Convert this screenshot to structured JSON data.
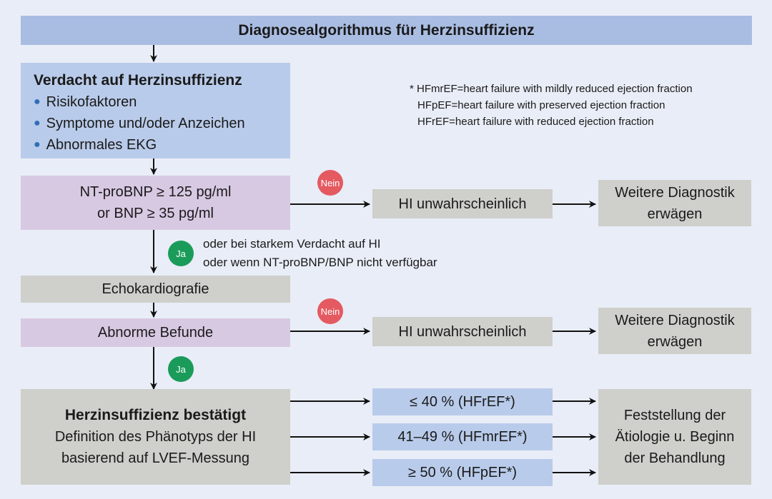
{
  "title": "Diagnosealgorithmus für Herzinsuffizienz",
  "verdacht": {
    "heading": "Verdacht auf Herzinsuffizienz",
    "items": [
      "Risikofaktoren",
      "Symptome und/oder Anzeichen",
      "Abnormales EKG"
    ]
  },
  "notes": [
    "* HFmrEF=heart failure with mildly reduced ejection fraction",
    "HFpEF=heart failure with preserved ejection fraction",
    "HFrEF=heart failure with reduced ejection fraction"
  ],
  "biomarker": {
    "line1": "NT-proBNP ≥ 125 pg/ml",
    "line2": "or BNP ≥ 35 pg/ml"
  },
  "nein_label": "Nein",
  "ja_label": "Ja",
  "unlikely": "HI unwahrscheinlich",
  "further": {
    "line1": "Weitere Diagnostik",
    "line2": "erwägen"
  },
  "condition": {
    "line1": "oder bei starkem Verdacht auf HI",
    "line2": "oder wenn NT-proBNP/BNP nicht verfügbar"
  },
  "echo": "Echokardiografie",
  "abnorm": "Abnorme Befunde",
  "confirmed": {
    "heading": "Herzinsuffizienz bestätigt",
    "line1": "Definition des Phänotyps der HI",
    "line2": "basierend auf LVEF-Messung"
  },
  "phenotypes": [
    "≤ 40 % (HFrEF*)",
    "41–49 % (HFmrEF*)",
    "≥ 50 % (HFpEF*)"
  ],
  "result": {
    "line1": "Feststellung der",
    "line2": "Ätiologie u. Beginn",
    "line3": "der Behandlung"
  }
}
